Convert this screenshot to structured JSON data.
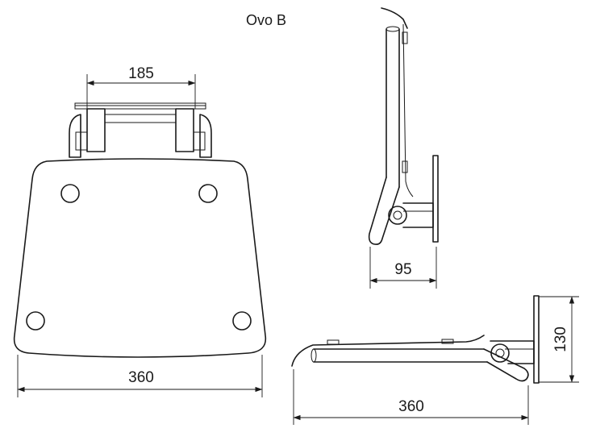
{
  "title": "Ovo B",
  "dimensions": {
    "bracket_width": "185",
    "seat_width": "360",
    "side_depth": "95",
    "folded_width": "360",
    "folded_height": "130"
  },
  "colors": {
    "ink": "#1a1a1a",
    "background": "#ffffff"
  }
}
